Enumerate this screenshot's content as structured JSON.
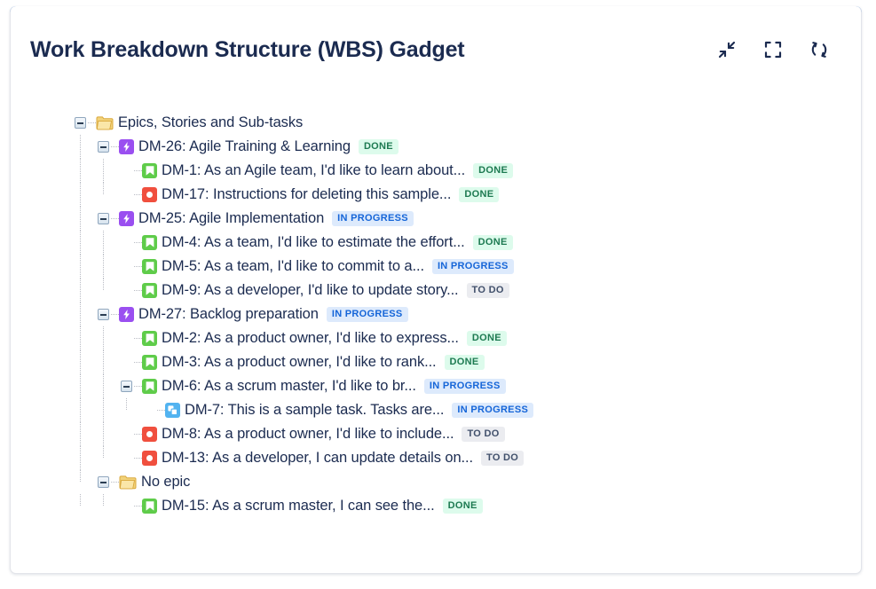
{
  "gadget": {
    "title": "Work Breakdown Structure (WBS) Gadget",
    "accent_color": "#1f76e0",
    "header_actions": [
      {
        "name": "collapse-icon",
        "label": "Collapse"
      },
      {
        "name": "fullscreen-icon",
        "label": "Fullscreen"
      },
      {
        "name": "refresh-icon",
        "label": "Refresh"
      }
    ]
  },
  "status_colors": {
    "done_bg": "#ddfbec",
    "done_text": "#1d7a51",
    "in_progress_bg": "#ddeafc",
    "in_progress_text": "#1565d8",
    "to_do_bg": "#ebecf0",
    "to_do_text": "#41506b"
  },
  "tree": {
    "rows": [
      {
        "level": 0,
        "toggle": "minus",
        "icon": "folder-icon",
        "label": "Epics, Stories and Sub-tasks",
        "status": ""
      },
      {
        "level": 1,
        "toggle": "minus",
        "icon": "epic-icon",
        "label": "DM-26: Agile Training & Learning",
        "status": "DONE"
      },
      {
        "level": 2,
        "toggle": "none",
        "icon": "story-icon",
        "label": "DM-1: As an Agile team, I'd like to learn about...",
        "status": "DONE"
      },
      {
        "level": 2,
        "toggle": "none",
        "icon": "bug-icon",
        "label": "DM-17: Instructions for deleting this sample...",
        "status": "DONE"
      },
      {
        "level": 1,
        "toggle": "minus",
        "icon": "epic-icon",
        "label": "DM-25: Agile Implementation",
        "status": "IN PROGRESS"
      },
      {
        "level": 2,
        "toggle": "none",
        "icon": "story-icon",
        "label": "DM-4: As a team, I'd like to estimate the effort...",
        "status": "DONE"
      },
      {
        "level": 2,
        "toggle": "none",
        "icon": "story-icon",
        "label": "DM-5: As a team, I'd like to commit to a...",
        "status": "IN PROGRESS"
      },
      {
        "level": 2,
        "toggle": "none",
        "icon": "story-icon",
        "label": "DM-9: As a developer, I'd like to update story...",
        "status": "TO DO"
      },
      {
        "level": 1,
        "toggle": "minus",
        "icon": "epic-icon",
        "label": "DM-27: Backlog preparation",
        "status": "IN PROGRESS"
      },
      {
        "level": 2,
        "toggle": "none",
        "icon": "story-icon",
        "label": "DM-2: As a product owner, I'd like to express...",
        "status": "DONE"
      },
      {
        "level": 2,
        "toggle": "none",
        "icon": "story-icon",
        "label": "DM-3: As a product owner, I'd like to rank...",
        "status": "DONE"
      },
      {
        "level": 2,
        "toggle": "minus",
        "icon": "story-icon",
        "label": "DM-6: As a scrum master, I'd like to br...",
        "status": "IN PROGRESS"
      },
      {
        "level": 3,
        "toggle": "none",
        "icon": "subtask-icon",
        "label": "DM-7: This is a sample task. Tasks are...",
        "status": "IN PROGRESS"
      },
      {
        "level": 2,
        "toggle": "none",
        "icon": "bug-icon",
        "label": "DM-8: As a product owner, I'd like to include...",
        "status": "TO DO"
      },
      {
        "level": 2,
        "toggle": "none",
        "icon": "bug-icon",
        "label": "DM-13: As a developer, I can update details on...",
        "status": "TO DO"
      },
      {
        "level": 1,
        "toggle": "minus",
        "icon": "folder-icon",
        "label": "No epic",
        "status": ""
      },
      {
        "level": 2,
        "toggle": "none",
        "icon": "story-icon",
        "label": "DM-15: As a scrum master, I can see the...",
        "status": "DONE"
      }
    ]
  }
}
